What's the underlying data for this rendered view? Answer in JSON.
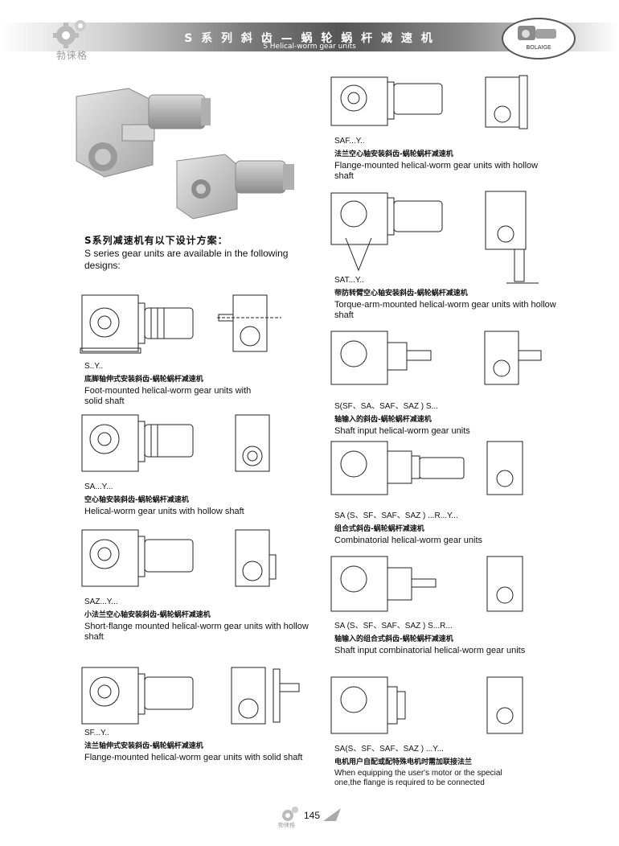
{
  "header": {
    "title_cn": "S 系 列 斜 齿 — 蜗 轮 蜗 杆 减 速 机",
    "title_en": "S Helical-worm gear units",
    "company_logo_text": "勃徕格",
    "brand_badge": "BOLAIGE"
  },
  "intro": {
    "cn": "S系列减速机有以下设计方案：",
    "en": "S series gear units are available in the following designs:"
  },
  "designs_left": [
    {
      "code": "S..Y..",
      "cn": "底脚轴伸式安装斜齿-蜗轮蜗杆减速机",
      "en": "Foot-mounted helical-worm gear units with solid shaft"
    },
    {
      "code": "SA...Y...",
      "cn": "空心轴安装斜齿-蜗轮蜗杆减速机",
      "en": "Helical-worm gear units with hollow shaft"
    },
    {
      "code": "SAZ...Y...",
      "cn": "小法兰空心轴安装斜齿-蜗轮蜗杆减速机",
      "en": "Short-flange mounted helical-worm gear units with hollow shaft"
    },
    {
      "code": "SF...Y..",
      "cn": "法兰轴伸式安装斜齿-蜗轮蜗杆减速机",
      "en": "Flange-mounted helical-worm gear units with solid shaft"
    }
  ],
  "designs_right": [
    {
      "code": "SAF...Y..",
      "cn": "法兰空心轴安装斜齿-蜗轮蜗杆减速机",
      "en": "Flange-mounted helical-worm gear units with hollow shaft"
    },
    {
      "code": "SAT...Y..",
      "cn": "带防转臂空心轴安装斜齿-蜗轮蜗杆减速机",
      "en": "Torque-arm-mounted helical-worm gear units with hollow shaft"
    },
    {
      "code": "S(SF、SA、SAF、SAZ ) S...",
      "cn": "轴输入的斜齿-蜗轮蜗杆减速机",
      "en": "Shaft input helical-worm gear units"
    },
    {
      "code": "SA (S、SF、SAF、SAZ ) ...R...Y...",
      "cn": "组合式斜齿-蜗轮蜗杆减速机",
      "en": "Combinatorial helical-worm gear units"
    },
    {
      "code": "SA (S、SF、SAF、SAZ ) S...R...",
      "cn": "轴输入的组合式斜齿-蜗轮蜗杆减速机",
      "en": "Shaft input combinatorial helical-worm gear units"
    },
    {
      "code": "SA(S、SF、SAF、SAZ ) ...Y...",
      "cn": "电机用户自配或配特殊电机时需加联接法兰",
      "en": "When equipping the user's motor or the special one,the flange is required to be connected"
    }
  ],
  "footer": {
    "page_number": "145",
    "logo_text": "勃徕格"
  }
}
